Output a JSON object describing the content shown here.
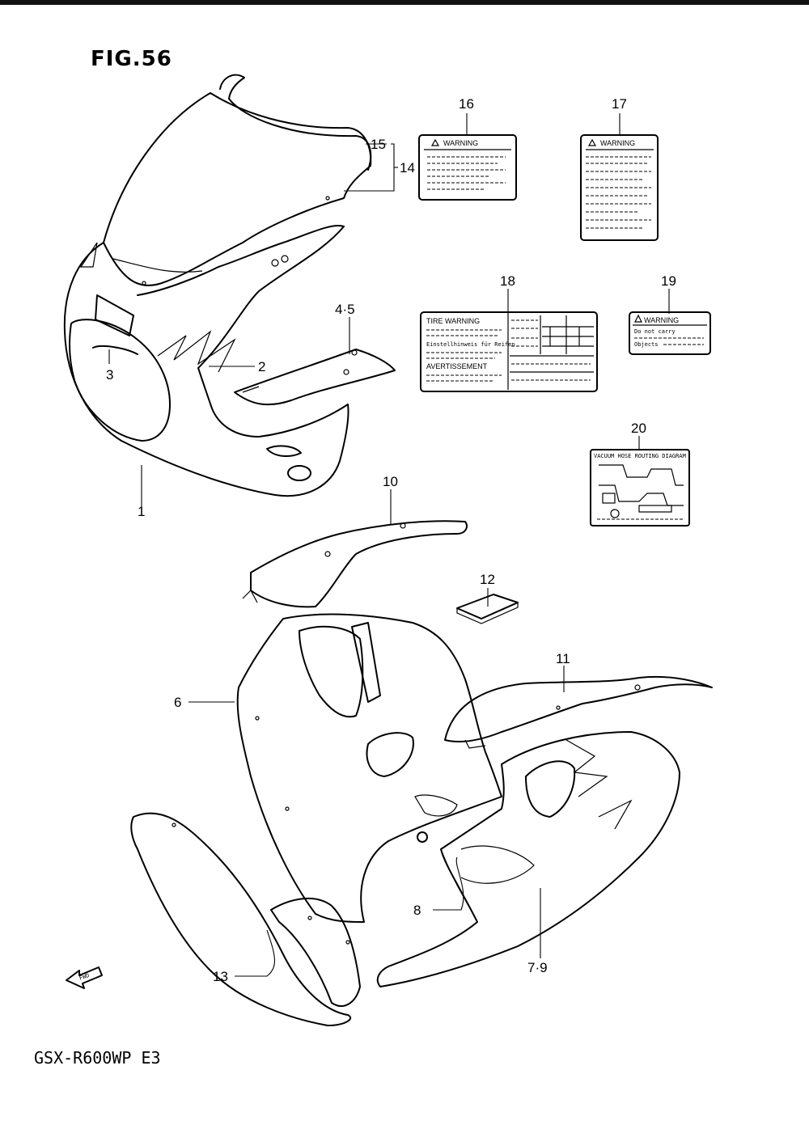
{
  "figure": {
    "title": "FIG.56",
    "model": "GSX-R600WP  E3"
  },
  "callouts": {
    "c1": "1",
    "c2": "2",
    "c3": "3",
    "c4_5": "4·5",
    "c6": "6",
    "c7_9": "7·9",
    "c8": "8",
    "c10": "10",
    "c11": "11",
    "c12": "12",
    "c13": "13",
    "c14": "14",
    "c15": "15",
    "c16": "16",
    "c17": "17",
    "c18": "18",
    "c19": "19",
    "c20": "20"
  },
  "labels": {
    "warning16": "WARNING",
    "warning17": "WARNING",
    "tire_warning": "TIRE WARNING",
    "tire_de": "Einstellhinweis für Reifen",
    "tire_fr": "AVERTISSEMENT",
    "warning19": "WARNING",
    "warning19_line1": "Do not carry",
    "warning19_line2": "Objects",
    "vacuum": "VACUUM HOSE ROUTING DIAGRAM",
    "fwd": "FWD"
  }
}
